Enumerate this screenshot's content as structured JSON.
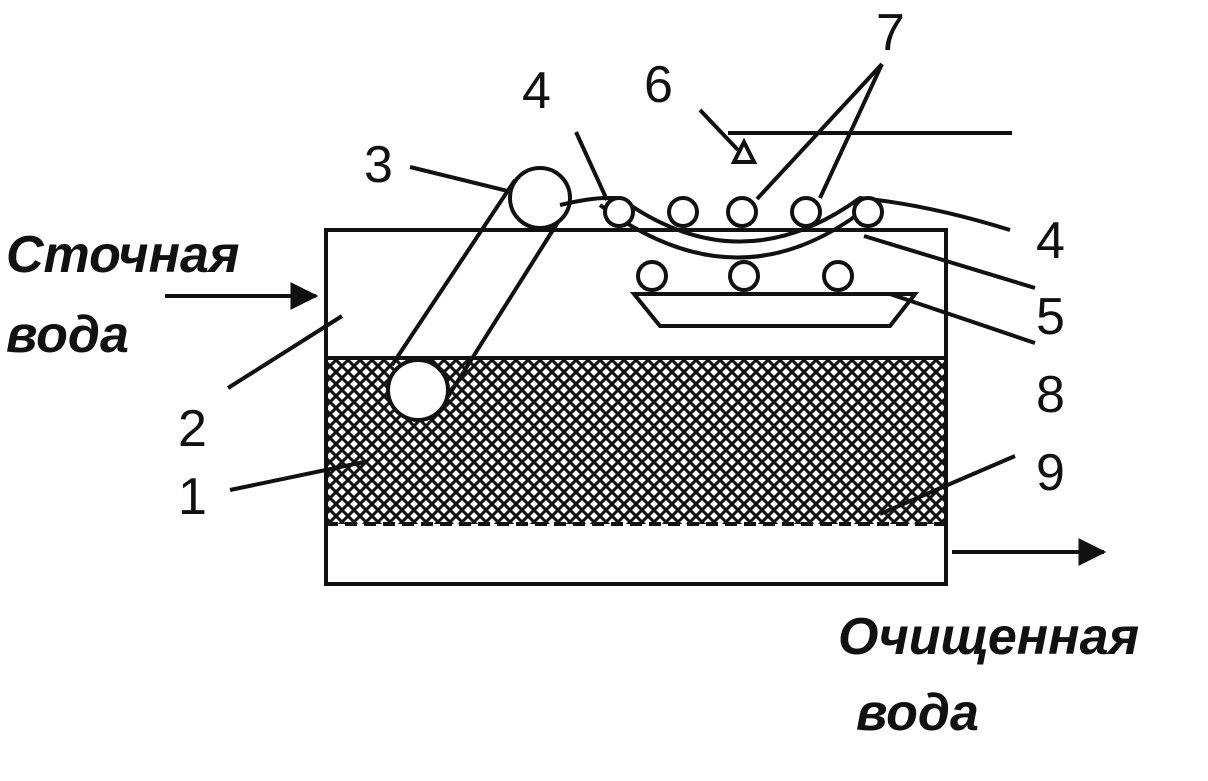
{
  "labels": {
    "inlet_line1": "Сточная",
    "inlet_line2": "вода",
    "outlet_line1": "Очищенная",
    "outlet_line2": "вода",
    "n1": "1",
    "n2": "2",
    "n3": "3",
    "n4_left": "4",
    "n4_right": "4",
    "n5": "5",
    "n6": "6",
    "n7": "7",
    "n8": "8",
    "n9": "9"
  },
  "colors": {
    "ink": "#111111",
    "background": "#ffffff"
  }
}
